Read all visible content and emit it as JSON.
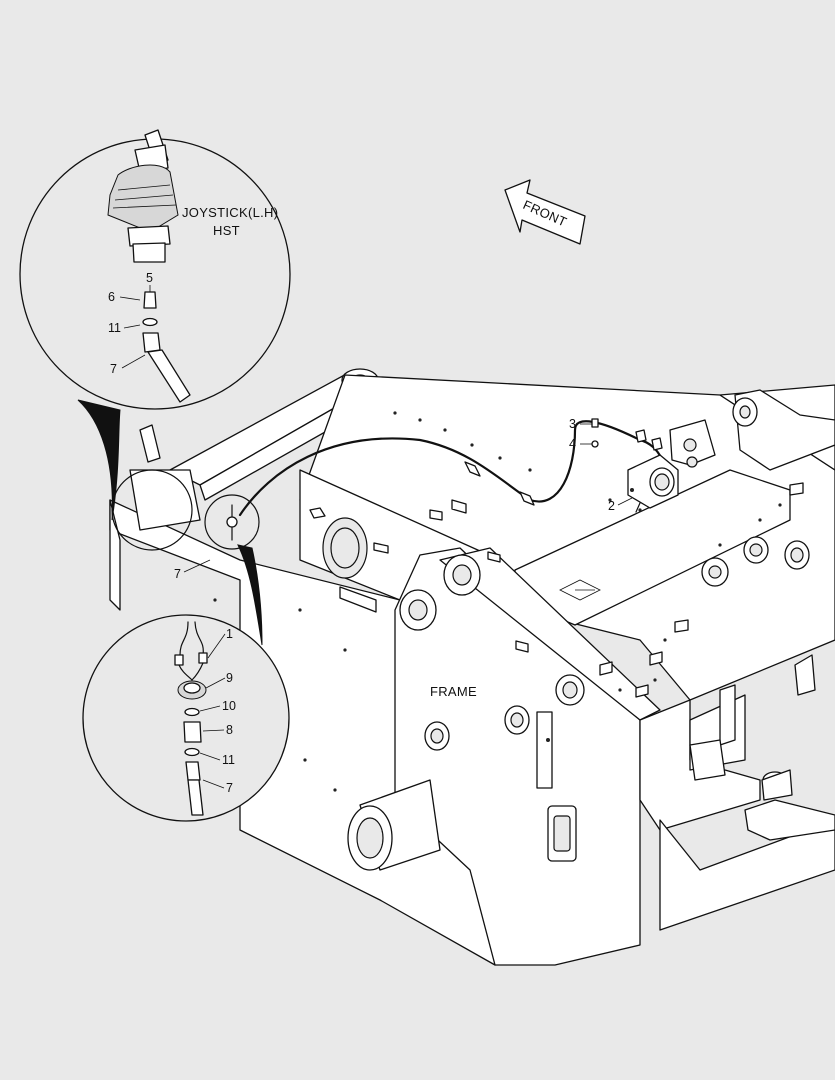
{
  "labels": {
    "joystick_line1": "JOYSTICK(L.H)",
    "joystick_line2": "HST",
    "front": "FRONT",
    "frame": "FRAME"
  },
  "callouts": {
    "upper_5": "5",
    "upper_6": "6",
    "upper_11": "11",
    "upper_7": "7",
    "lower_1": "1",
    "lower_9": "9",
    "lower_10": "10",
    "lower_8": "8",
    "lower_11": "11",
    "lower_7": "7",
    "main_7": "7",
    "main_3": "3",
    "main_4": "4",
    "main_2": "2"
  }
}
